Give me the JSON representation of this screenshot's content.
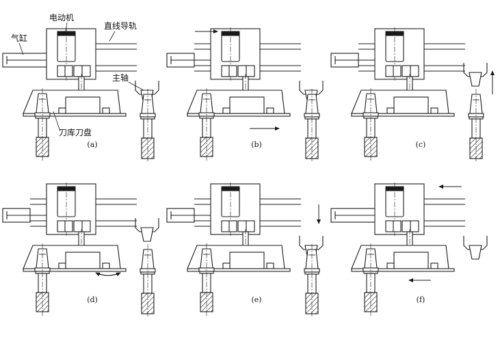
{
  "labels": {
    "motor": "电动机",
    "rail": "直线导轨",
    "cylinder": "气缸",
    "spindle": "主轴",
    "magazine": "刀库刀盘"
  },
  "panels": [
    {
      "caption": "(a)",
      "step": "initial",
      "arrow": "none"
    },
    {
      "caption": "(b)",
      "step": "shift-right",
      "arrow": "right"
    },
    {
      "caption": "(c)",
      "step": "spindle-up",
      "arrow": "up"
    },
    {
      "caption": "(d)",
      "step": "rotate",
      "arrow": "rotate"
    },
    {
      "caption": "(e)",
      "step": "spindle-down",
      "arrow": "down"
    },
    {
      "caption": "(f)",
      "step": "shift-left",
      "arrow": "left"
    }
  ],
  "colors": {
    "line": "#1a1a1a",
    "hatch": "#1a1a1a",
    "background": "#ffffff"
  }
}
